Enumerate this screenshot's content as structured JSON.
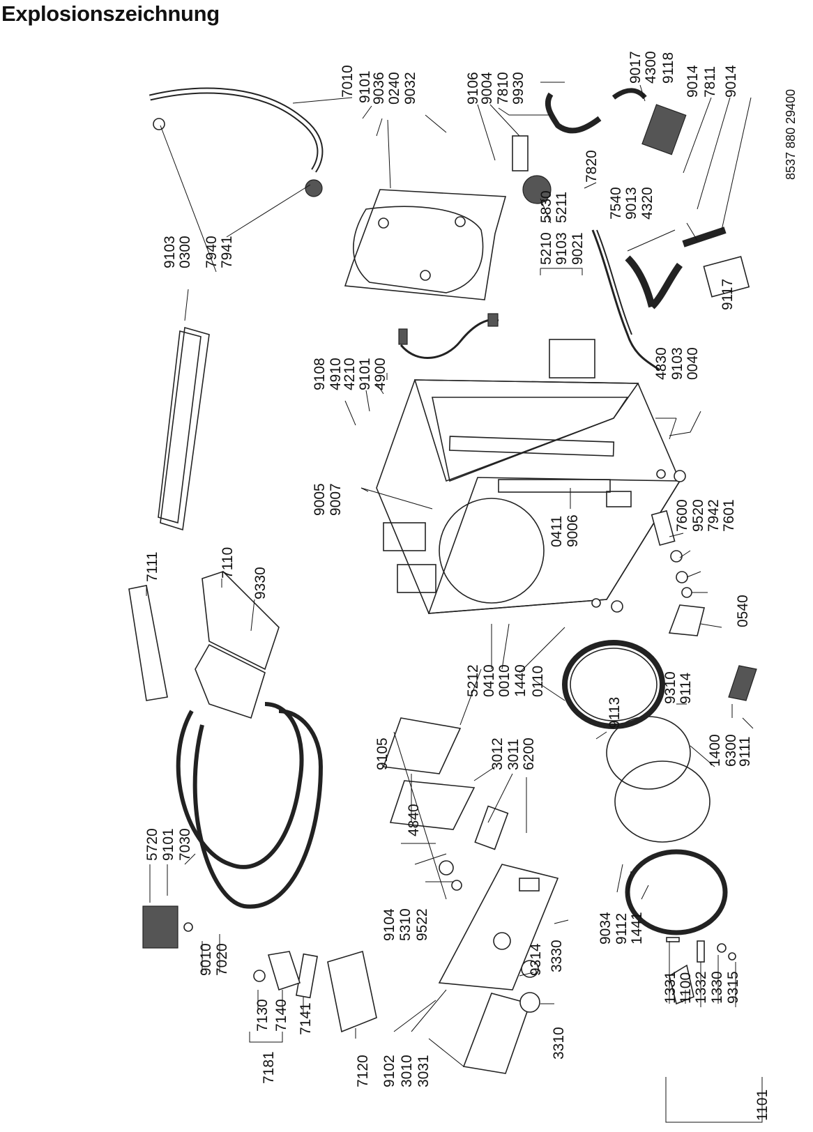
{
  "title": "Explosionszeichnung",
  "document_number": "8537 880 29400",
  "labels": [
    "7010",
    "9101",
    "9036",
    "0240",
    "9032",
    "9106",
    "9004",
    "7810",
    "9930",
    "9017",
    "4300",
    "9118",
    "9014",
    "7811",
    "9014",
    "9103",
    "0300",
    "7940",
    "7941",
    "7820",
    "7540",
    "9013",
    "4320",
    "5830",
    "5211",
    "5210",
    "9103",
    "9021",
    "9117",
    "9108",
    "4910",
    "4210",
    "9101",
    "4900",
    "4830",
    "9103",
    "0040",
    "9005",
    "9007",
    "7111",
    "7110",
    "9330",
    "0411",
    "9006",
    "7600",
    "9520",
    "7942",
    "7601",
    "0540",
    "5212",
    "0410",
    "0010",
    "1440",
    "0110",
    "9310",
    "9114",
    "9105",
    "3012",
    "3011",
    "6200",
    "9113",
    "1400",
    "6300",
    "9111",
    "4840",
    "5720",
    "9101",
    "7030",
    "9104",
    "5310",
    "9522",
    "9034",
    "9112",
    "1441",
    "9010",
    "7020",
    "9314",
    "3330",
    "7130",
    "7140",
    "7141",
    "7181",
    "7120",
    "9102",
    "3010",
    "3031",
    "3310",
    "1331",
    "1100",
    "1332",
    "1330",
    "9315",
    "1101"
  ]
}
